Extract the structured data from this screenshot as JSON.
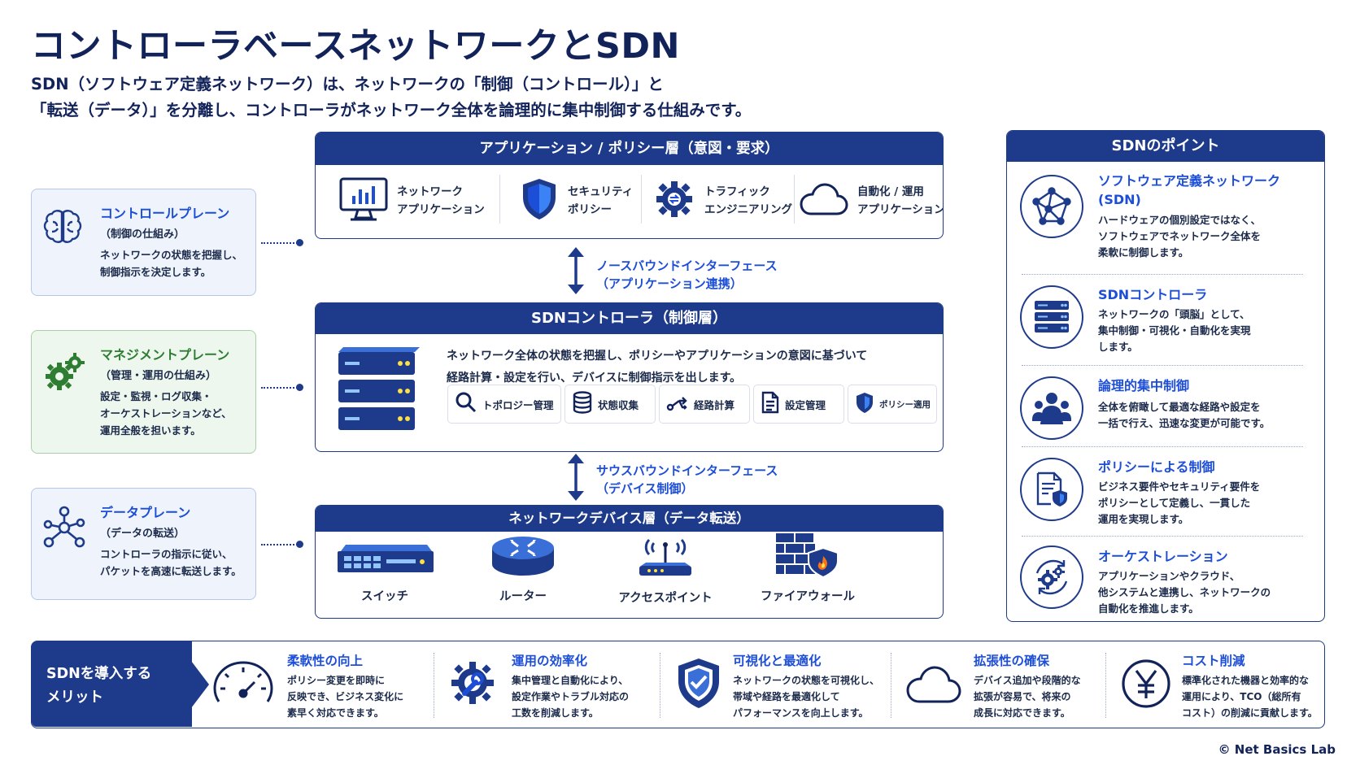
{
  "title": "コントローラベースネットワークとSDN",
  "subtitle": {
    "line1": "SDN（ソフトウェア定義ネットワーク）は、ネットワークの「制御（コントロール）」と",
    "line2": "「転送（データ）」を分離し、コントローラがネットワーク全体を論理的に集中制御する仕組みです。"
  },
  "planes": [
    {
      "title": "コントロールプレーン",
      "sub": "（制御の仕組み）",
      "desc1": "ネットワークの状態を把握し、",
      "desc2": "制御指示を決定します。",
      "icon": "brain-icon"
    },
    {
      "title": "マネジメントプレーン",
      "sub": "（管理・運用の仕組み）",
      "desc1": "設定・監視・ログ収集・",
      "desc2": "オーケストレーションなど、",
      "desc3": "運用全般を担います。",
      "icon": "gears-icon"
    },
    {
      "title": "データプレーン",
      "sub": "（データの転送）",
      "desc1": "コントローラの指示に従い、",
      "desc2": "パケットを高速に転送します。",
      "icon": "nodes-icon"
    }
  ],
  "app_layer": {
    "title": "アプリケーション / ポリシー層（意図・要求）",
    "items": [
      {
        "l1": "ネットワーク",
        "l2": "アプリケーション",
        "icon": "monitor-chart-icon"
      },
      {
        "l1": "セキュリティ",
        "l2": "ポリシー",
        "icon": "shield-icon"
      },
      {
        "l1": "トラフィック",
        "l2": "エンジニアリング",
        "icon": "gear-arrows-icon"
      },
      {
        "l1": "自動化 / 運用",
        "l2": "アプリケーション",
        "icon": "cloud-icon"
      }
    ]
  },
  "northbound": {
    "l1": "ノースバウンドインターフェース",
    "l2": "（アプリケーション連携）"
  },
  "controller": {
    "title": "SDNコントローラ（制御層）",
    "desc1": "ネットワーク全体の状態を把握し、ポリシーやアプリケーションの意図に基づいて",
    "desc2": "経路計算・設定を行い、デバイスに制御指示を出します。",
    "functions": [
      {
        "label": "トポロジー管理",
        "icon": "magnifier-icon"
      },
      {
        "label": "状態収集",
        "icon": "database-icon"
      },
      {
        "label": "経路計算",
        "icon": "route-icon"
      },
      {
        "label": "設定管理",
        "icon": "document-icon"
      },
      {
        "label": "ポリシー適用",
        "icon": "shield-icon"
      }
    ]
  },
  "southbound": {
    "l1": "サウスバウンドインターフェース",
    "l2": "（デバイス制御）"
  },
  "device_layer": {
    "title": "ネットワークデバイス層（データ転送）",
    "items": [
      {
        "label": "スイッチ",
        "icon": "switch-icon"
      },
      {
        "label": "ルーター",
        "icon": "router-icon"
      },
      {
        "label": "アクセスポイント",
        "icon": "access-point-icon"
      },
      {
        "label": "ファイアウォール",
        "icon": "firewall-icon"
      }
    ]
  },
  "points": {
    "title": "SDNのポイント",
    "items": [
      {
        "t1": "ソフトウェア定義ネットワーク",
        "t2": "(SDN)",
        "d1": "ハードウェアの個別設定ではなく、",
        "d2": "ソフトウェアでネットワーク全体を",
        "d3": "柔軟に制御します。",
        "icon": "network-graph-icon"
      },
      {
        "t1": "SDNコントローラ",
        "d1": "ネットワークの「頭脳」として、",
        "d2": "集中制御・可視化・自動化を実現",
        "d3": "します。",
        "icon": "server-icon"
      },
      {
        "t1": "論理的集中制御",
        "d1": "全体を俯瞰して最適な経路や設定を",
        "d2": "一括で行え、迅速な変更が可能です。",
        "icon": "users-icon"
      },
      {
        "t1": "ポリシーによる制御",
        "d1": "ビジネス要件やセキュリティ要件を",
        "d2": "ポリシーとして定義し、一貫した",
        "d3": "運用を実現します。",
        "icon": "policy-document-icon"
      },
      {
        "t1": "オーケストレーション",
        "d1": "アプリケーションやクラウド、",
        "d2": "他システムと連携し、ネットワークの",
        "d3": "自動化を推進します。",
        "icon": "gears-cycle-icon"
      }
    ]
  },
  "benefits": {
    "label1": "SDNを導入する",
    "label2": "メリット",
    "items": [
      {
        "t": "柔軟性の向上",
        "d1": "ポリシー変更を即時に",
        "d2": "反映でき、ビジネス変化に",
        "d3": "素早く対応できます。",
        "icon": "gauge-icon"
      },
      {
        "t": "運用の効率化",
        "d1": "集中管理と自動化により、",
        "d2": "設定作業やトラブル対応の",
        "d3": "工数を削減します。",
        "icon": "gear-wrench-icon"
      },
      {
        "t": "可視化と最適化",
        "d1": "ネットワークの状態を可視化し、",
        "d2": "帯域や経路を最適化して",
        "d3": "パフォーマンスを向上します。",
        "icon": "shield-check-icon"
      },
      {
        "t": "拡張性の確保",
        "d1": "デバイス追加や段階的な",
        "d2": "拡張が容易で、将来の",
        "d3": "成長に対応できます。",
        "icon": "cloud-icon"
      },
      {
        "t": "コスト削減",
        "d1": "標準化された機器と効率的な",
        "d2": "運用により、TCO（総所有",
        "d3": "コスト）の削減に貢献します。",
        "icon": "yen-icon"
      }
    ]
  },
  "copyright": "© Net Basics Lab",
  "colors": {
    "navy": "#1e3a8a",
    "accent": "#1d4ed8",
    "green": "#2e7d32"
  }
}
